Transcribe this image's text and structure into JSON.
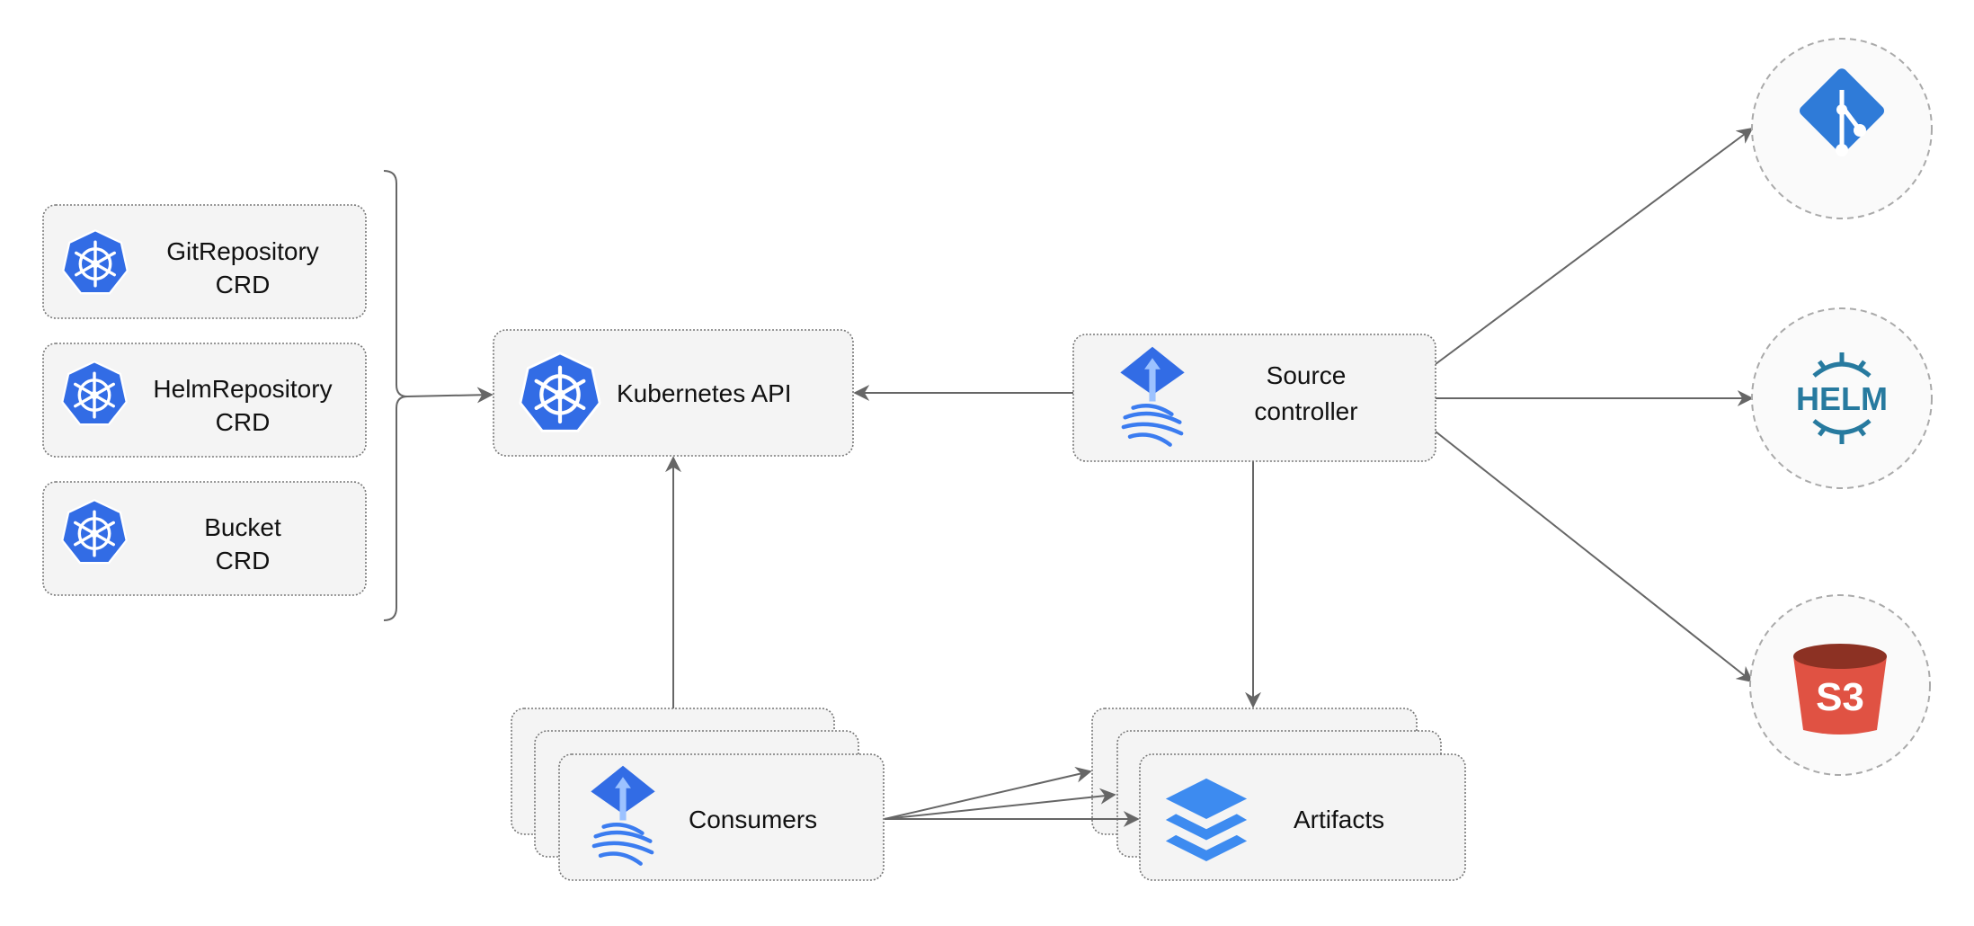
{
  "crds": [
    {
      "line1": "GitRepository",
      "line2": "CRD"
    },
    {
      "line1": "HelmRepository",
      "line2": "CRD"
    },
    {
      "line1": "Bucket",
      "line2": "CRD"
    }
  ],
  "kubernetes_api": {
    "label": "Kubernetes API",
    "icon": "kubernetes-icon"
  },
  "source_controller": {
    "line1": "Source",
    "line2": "controller",
    "icon": "flux-icon"
  },
  "consumers": {
    "label": "Consumers",
    "icon": "flux-icon"
  },
  "artifacts": {
    "label": "Artifacts",
    "icon": "layers-icon"
  },
  "sources": {
    "git": {
      "icon": "git-icon"
    },
    "helm": {
      "icon": "helm-icon",
      "logo_text": "HELM"
    },
    "s3": {
      "icon": "s3-bucket-icon",
      "logo_text": "S3"
    }
  },
  "colors": {
    "kubernetes": "#326ce5",
    "git": "#2f7bd8",
    "helm": "#277a9f",
    "s3": "#e05243",
    "edge": "#666666"
  }
}
